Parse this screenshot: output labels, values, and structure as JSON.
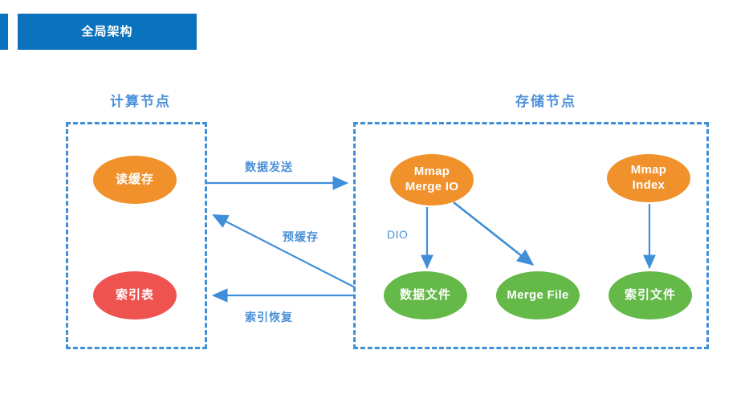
{
  "header": {
    "title": "全局架构",
    "accent_color": "#0b72bd",
    "text_color": "#ffffff"
  },
  "sections": {
    "compute": {
      "title": "计算节点",
      "title_color": "#4a90d9"
    },
    "storage": {
      "title": "存储节点",
      "title_color": "#4a90d9"
    }
  },
  "nodes": {
    "read_cache": {
      "label": "读缓存",
      "color": "#f0912c"
    },
    "index_table": {
      "label": "索引表",
      "color": "#ef5350"
    },
    "mmap_merge_io": {
      "line1": "Mmap",
      "line2": "Merge IO",
      "color": "#f0912c"
    },
    "mmap_index": {
      "line1": "Mmap",
      "line2": "Index",
      "color": "#f0912c"
    },
    "data_file": {
      "label": "数据文件",
      "color": "#64b949"
    },
    "merge_file": {
      "label": "Merge File",
      "color": "#64b949"
    },
    "index_file": {
      "label": "索引文件",
      "color": "#64b949"
    }
  },
  "connections": {
    "data_send": {
      "label": "数据发送"
    },
    "precache": {
      "label": "预缓存"
    },
    "index_recovery": {
      "label": "索引恢复"
    },
    "dio": {
      "label": "DIO"
    },
    "arrow_color": "#3f8fd8"
  },
  "panels": {
    "border_color": "#3f8fd8",
    "border_style": "dashed"
  }
}
